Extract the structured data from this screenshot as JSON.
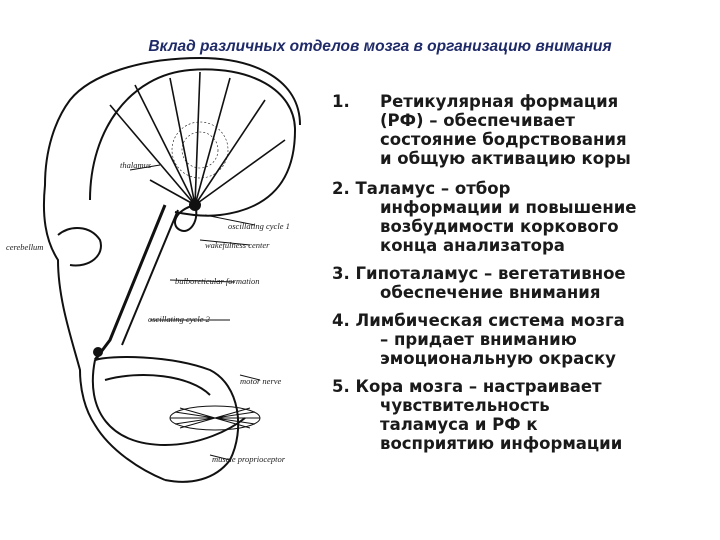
{
  "title": "Вклад различных отделов мозга в организацию внимания",
  "diagram": {
    "labels": {
      "thalamus": "thalamus",
      "cerebellum": "cerebellum",
      "oscillating_cycle_1": "oscillating cycle 1",
      "wakefulness_center": "wakefulness center",
      "bulboreticular_formation": "bulboreticular formation",
      "oscillating_cycle_2": "oscillating cycle 2",
      "motor_nerve": "motor nerve",
      "muscle_proprioceptor": "muscle proprioceptor"
    }
  },
  "items": [
    {
      "num": "1.",
      "first": "",
      "body": "Ретикулярная формация\n(РФ) – обеспечивает\nсостояние бодрствования\nи общую активацию коры"
    },
    {
      "num": "",
      "first": "2. Таламус – отбор",
      "body": "информации и повышение\nвозбудимости коркового\nконца анализатора"
    },
    {
      "num": "",
      "first": "3. Гипоталамус – вегетативное",
      "body": "обеспечение внимания"
    },
    {
      "num": "",
      "first": "4. Лимбическая система мозга",
      "body": "– придает вниманию\nэмоциональную окраску"
    },
    {
      "num": "",
      "first": "5. Кора мозга – настраивает",
      "body": "чувствительность\nталамуса и РФ к\nвосприятию информации"
    }
  ]
}
